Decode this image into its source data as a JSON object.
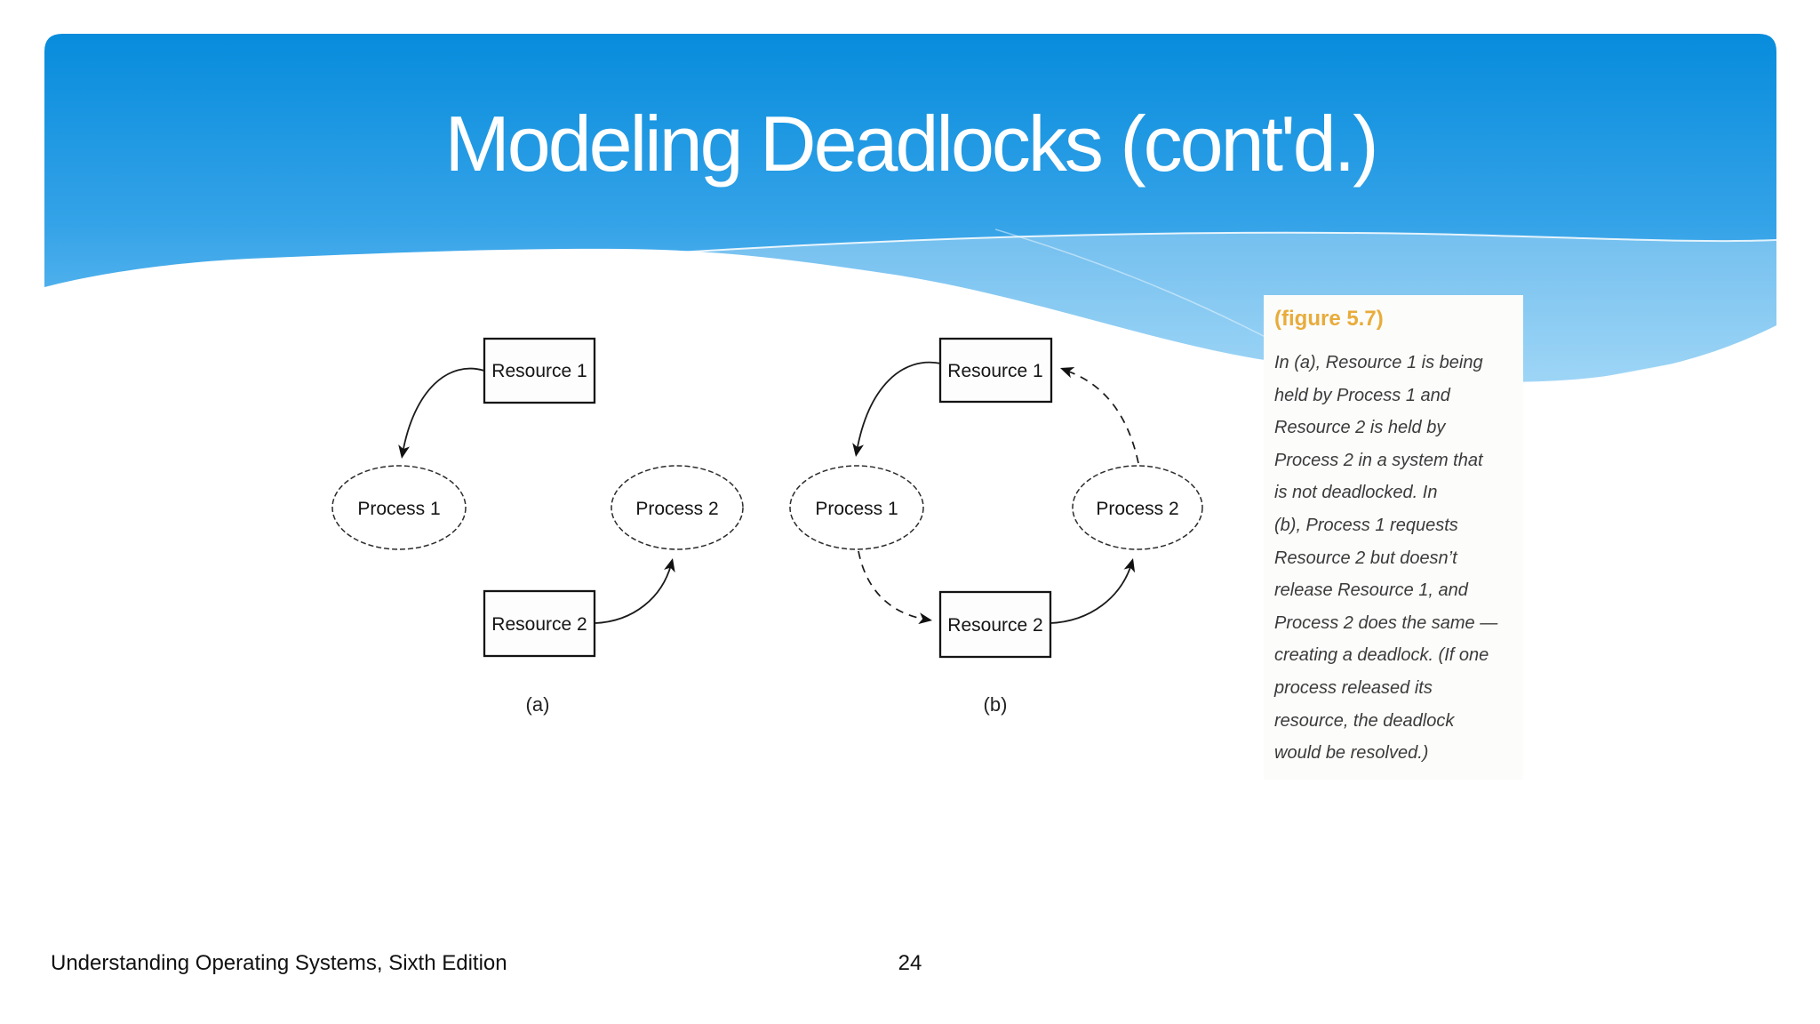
{
  "header": {
    "title": "Modeling Deadlocks (cont'd.)"
  },
  "figure_caption": {
    "label": "(figure 5.7)",
    "body": "In (a), Resource 1 is being\nheld by Process 1 and\nResource 2 is held by\nProcess 2 in a system that\nis not deadlocked. In\n(b), Process 1 requests\nResource 2 but doesn’t\nrelease Resource 1, and\nProcess 2 does the same —\ncreating a deadlock. (If one\nprocess released its\nresource, the deadlock\nwould be resolved.)"
  },
  "diagrams": {
    "a": {
      "label": "(a)",
      "nodes": {
        "resource1": "Resource 1",
        "process1": "Process 1",
        "process2": "Process 2",
        "resource2": "Resource 2"
      },
      "edges": [
        {
          "from": "Resource 1",
          "to": "Process 1",
          "style": "solid"
        },
        {
          "from": "Resource 2",
          "to": "Process 2",
          "style": "solid"
        }
      ]
    },
    "b": {
      "label": "(b)",
      "nodes": {
        "resource1": "Resource 1",
        "process1": "Process 1",
        "process2": "Process 2",
        "resource2": "Resource 2"
      },
      "edges": [
        {
          "from": "Resource 1",
          "to": "Process 1",
          "style": "solid"
        },
        {
          "from": "Resource 2",
          "to": "Process 2",
          "style": "solid"
        },
        {
          "from": "Process 1",
          "to": "Resource 2",
          "style": "dashed"
        },
        {
          "from": "Process 2",
          "to": "Resource 1",
          "style": "dashed"
        }
      ]
    }
  },
  "footer": {
    "book_title": "Understanding Operating Systems, Sixth Edition",
    "page_number": "24"
  },
  "colors": {
    "header_blue_top": "#078CDC",
    "header_blue_mid": "#35A3E8",
    "header_blue_bottom": "#74C3F2",
    "caption_label_gold": "#E8AC3B",
    "caption_text": "#3b3b3b",
    "diagram_line": "#1a1a1a"
  }
}
